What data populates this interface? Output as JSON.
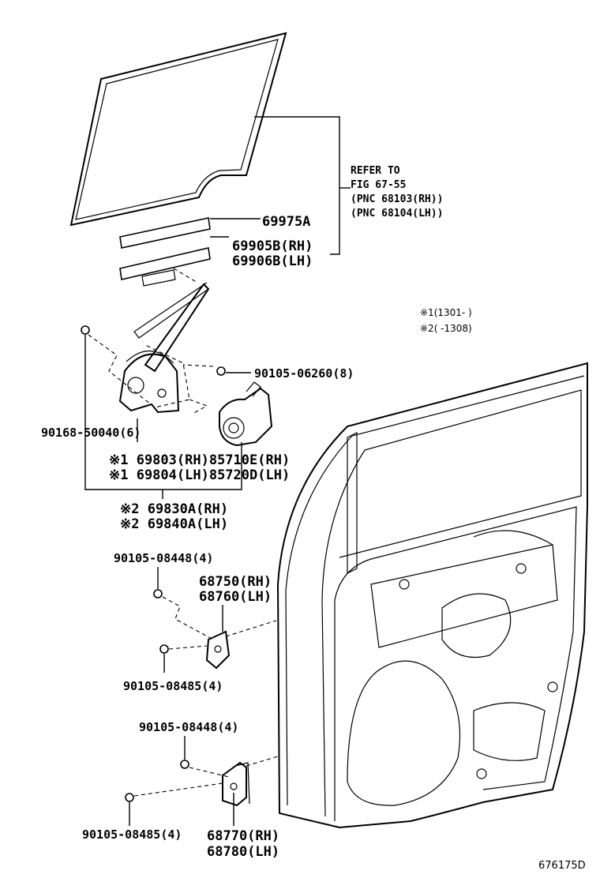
{
  "labels": {
    "refer_to": "REFER TO",
    "fig": "FIG 67-55",
    "pnc_rh": "(PNC 68103(RH))",
    "pnc_lh": "(PNC 68104(LH))",
    "p69975a": "69975A",
    "p69905b": "69905B(RH)",
    "p69906b": "69906B(LH)",
    "note1": "※1(1301-     )",
    "note2": "※2(     -1308)",
    "p90105_06260": "90105-06260(8)",
    "p90168_50040": "90168-50040(6)",
    "p69803": "※1 69803(RH)85710E(RH)",
    "p69804": "※1 69804(LH)85720D(LH)",
    "p69830a": "※2 69830A(RH)",
    "p69840a": "※2 69840A(LH)",
    "p90105_08448_a": "90105-08448(4)",
    "p68750": "68750(RH)",
    "p68760": "68760(LH)",
    "p90105_08485_a": "90105-08485(4)",
    "p90105_08448_b": "90105-08448(4)",
    "p90105_08485_b": "90105-08485(4)",
    "p68770": "68770(RH)",
    "p68780": "68780(LH)",
    "figure_code": "676175D"
  }
}
